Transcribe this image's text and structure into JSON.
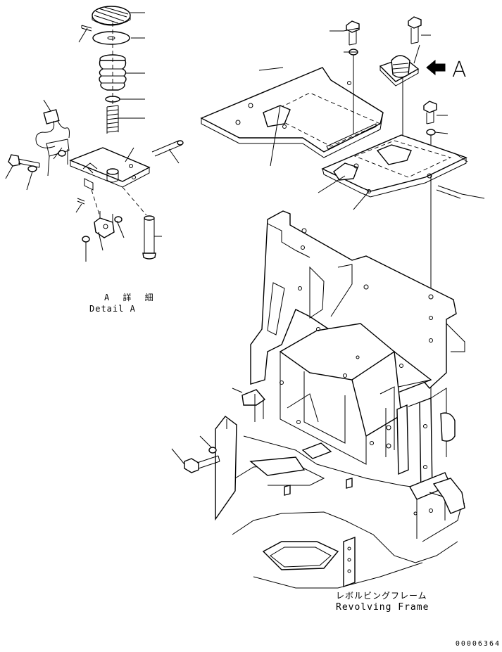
{
  "labels": {
    "detail_jp": "A 詳 細",
    "detail_en": "Detail A",
    "callout": "A",
    "frame_jp": "レボルビングフレーム",
    "frame_en": "Revolving Frame",
    "drawing_number": "00006364"
  },
  "icons": {
    "callout_arrow": "arrow-left-icon"
  }
}
